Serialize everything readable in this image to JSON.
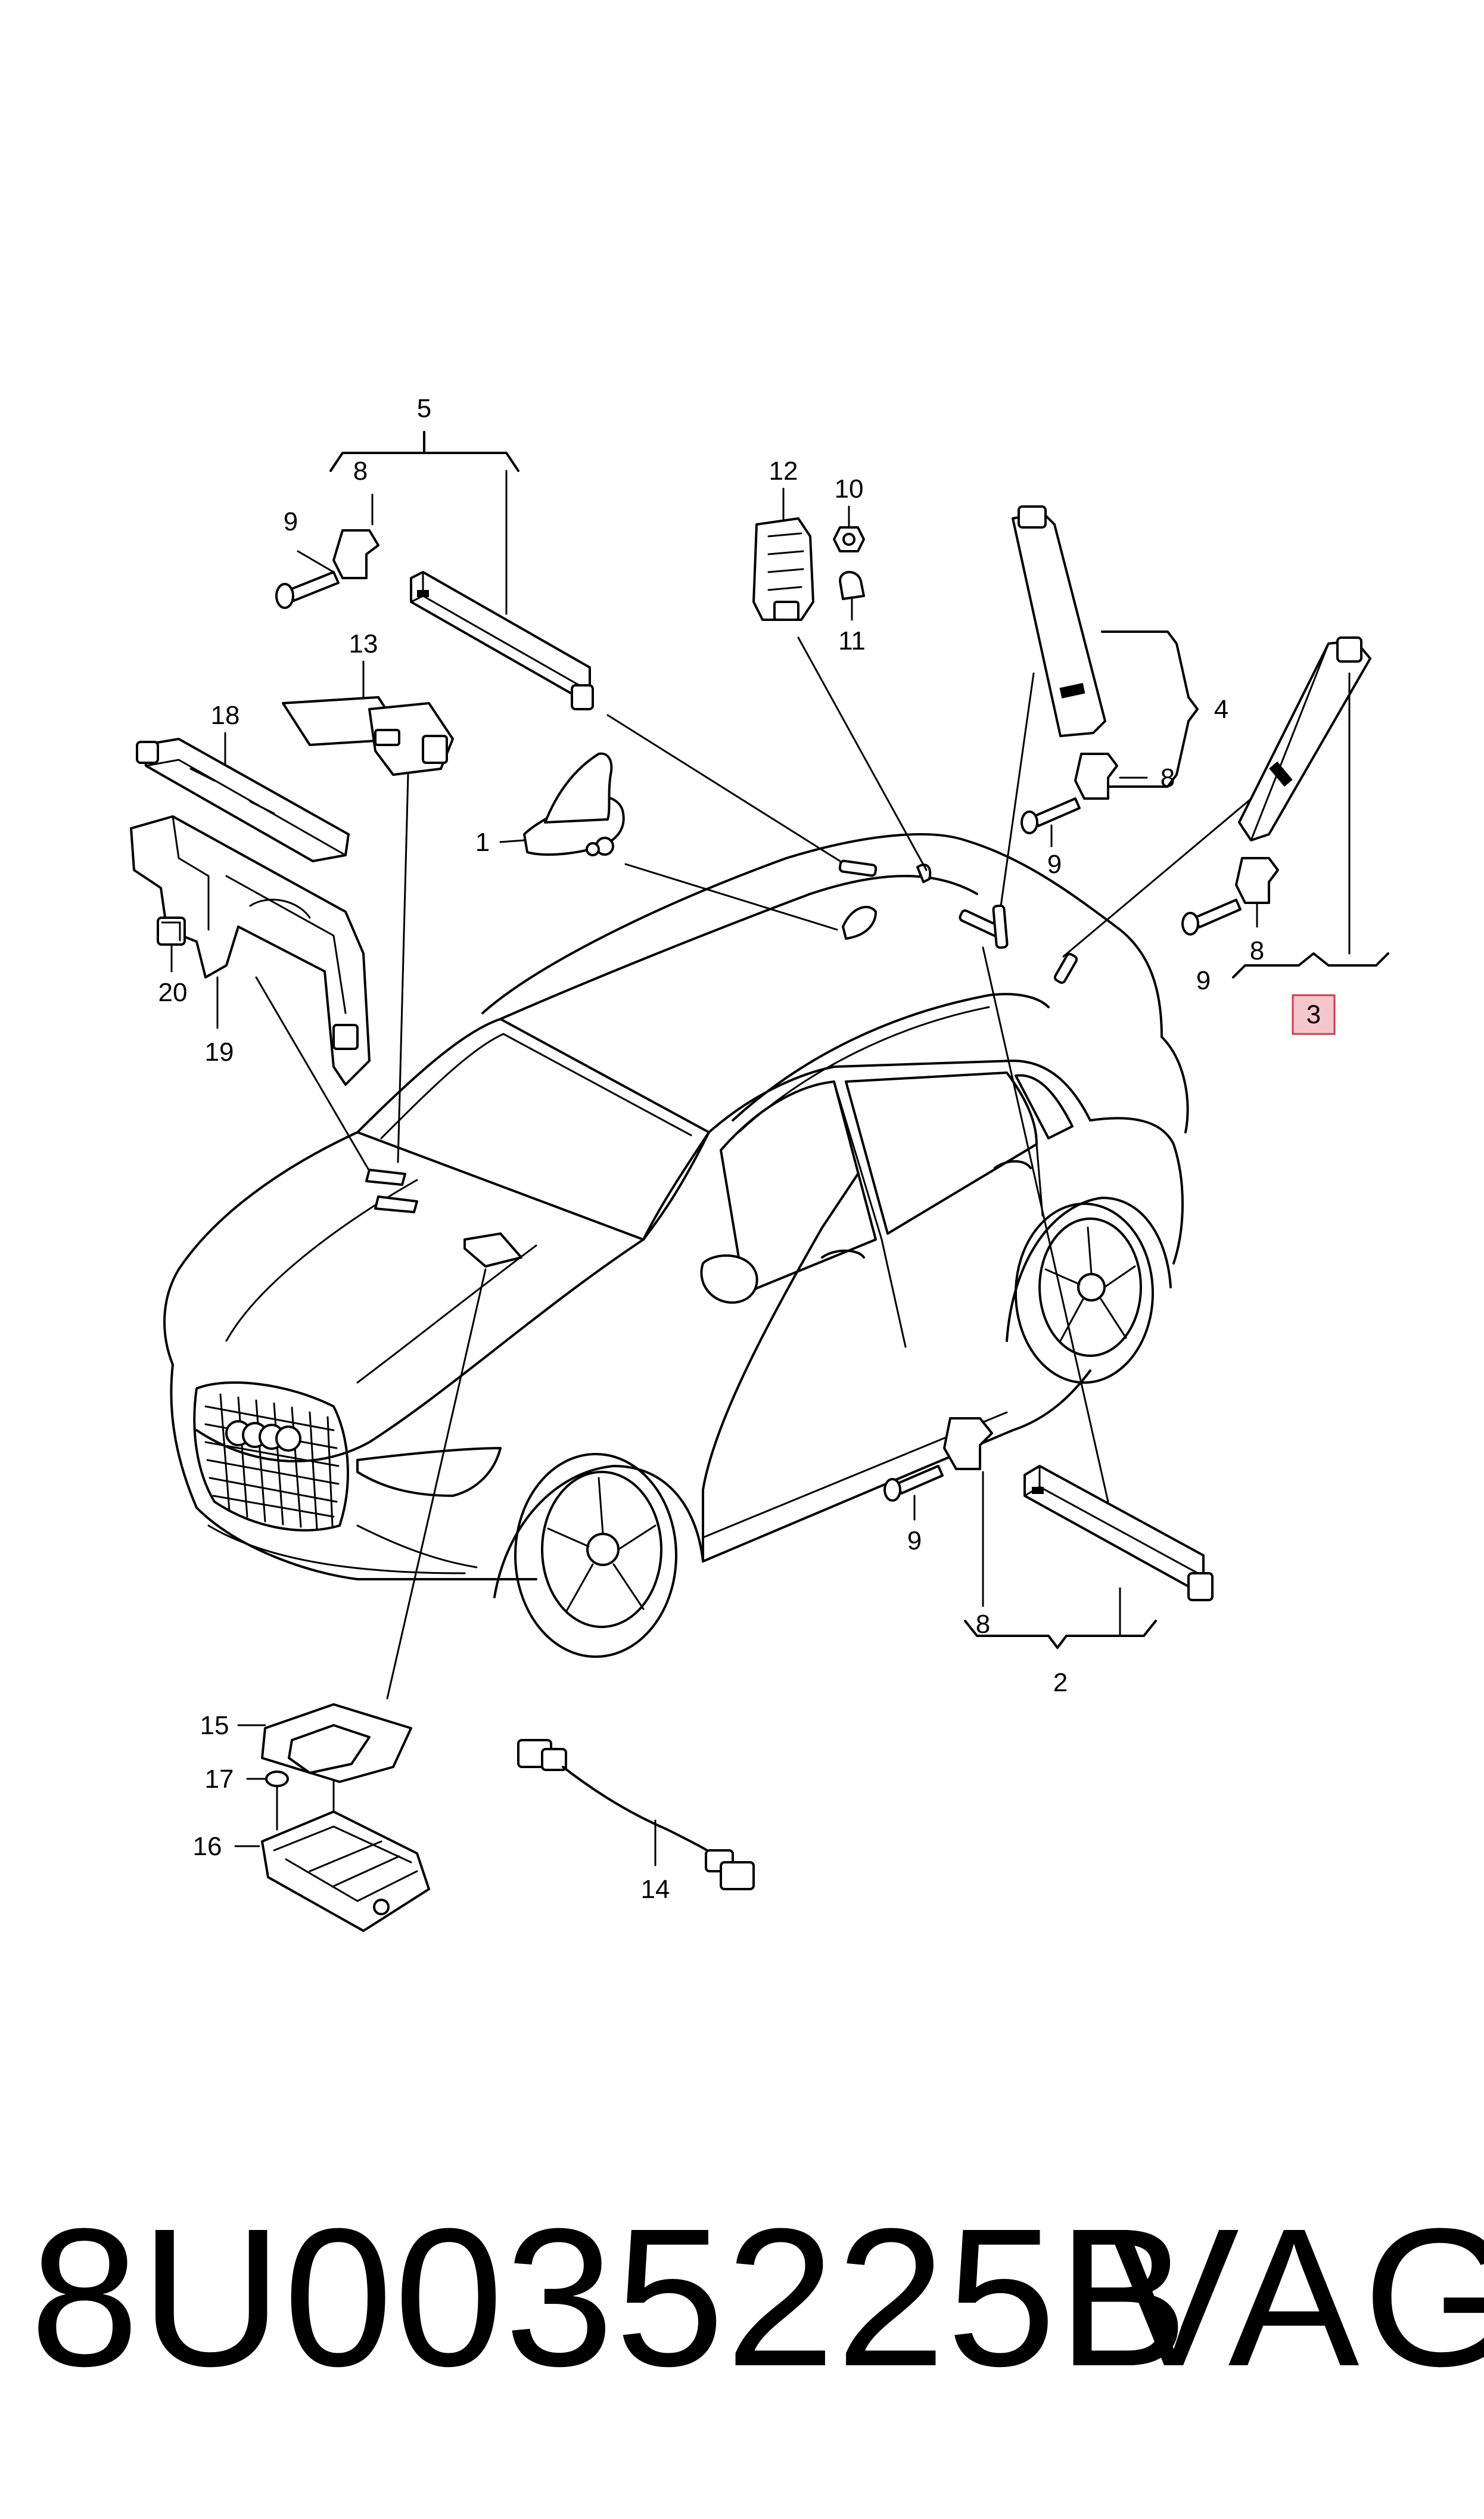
{
  "callouts": {
    "c1": "1",
    "c2": "2",
    "c3": "3",
    "c4": "4",
    "c5": "5",
    "c8a": "8",
    "c8b": "8",
    "c8c": "8",
    "c8d": "8",
    "c9a": "9",
    "c9b": "9",
    "c9c": "9",
    "c9d": "9",
    "c10": "10",
    "c11": "11",
    "c12": "12",
    "c13": "13",
    "c14": "14",
    "c15": "15",
    "c16": "16",
    "c17": "17",
    "c18": "18",
    "c19": "19",
    "c20": "20"
  },
  "footer": {
    "part_number": "8U0035225B",
    "brand": "VAG"
  },
  "colors": {
    "highlight_box": "#f4c7cc",
    "highlight_border": "#d33a4a",
    "ink": "#000000",
    "background": "#ffffff"
  }
}
